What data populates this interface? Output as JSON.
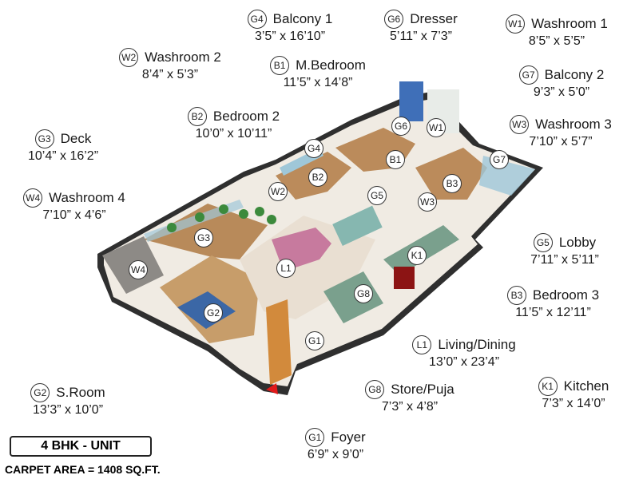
{
  "rooms": [
    {
      "code": "G4",
      "name": "Balcony 1",
      "dim": "3’5” x 16’10”"
    },
    {
      "code": "G6",
      "name": "Dresser",
      "dim": "5’11” x 7’3”"
    },
    {
      "code": "W1",
      "name": "Washroom 1",
      "dim": "8’5” x 5’5”"
    },
    {
      "code": "W2",
      "name": "Washroom 2",
      "dim": "8’4” x 5’3”"
    },
    {
      "code": "B1",
      "name": "M.Bedroom",
      "dim": "11’5” x 14’8”"
    },
    {
      "code": "G7",
      "name": "Balcony 2",
      "dim": "9’3” x 5’0”"
    },
    {
      "code": "B2",
      "name": "Bedroom 2",
      "dim": "10’0” x 10’11”"
    },
    {
      "code": "W3",
      "name": "Washroom 3",
      "dim": "7’10” x 5’7”"
    },
    {
      "code": "G3",
      "name": "Deck",
      "dim": "10’4” x 16’2”"
    },
    {
      "code": "W4",
      "name": "Washroom 4",
      "dim": "7’10” x 4’6”"
    },
    {
      "code": "G5",
      "name": "Lobby",
      "dim": "7’11” x 5’11”"
    },
    {
      "code": "B3",
      "name": "Bedroom 3",
      "dim": "11’5” x 12’11”"
    },
    {
      "code": "L1",
      "name": "Living/Dining",
      "dim": "13’0” x 23’4”"
    },
    {
      "code": "K1",
      "name": "Kitchen",
      "dim": "7’3” x 14’0”"
    },
    {
      "code": "G8",
      "name": "Store/Puja",
      "dim": "7’3” x 4’8”"
    },
    {
      "code": "G2",
      "name": "S.Room",
      "dim": "13’3” x 10’0”"
    },
    {
      "code": "G1",
      "name": "Foyer",
      "dim": "6’9” x 9’0”"
    }
  ],
  "plan_tags": [
    "G6",
    "W1",
    "G4",
    "B1",
    "G7",
    "B2",
    "B3",
    "W2",
    "G5",
    "W3",
    "G3",
    "K1",
    "L1",
    "W4",
    "G8",
    "G2",
    "G1"
  ],
  "unit_title": "4 BHK - UNIT",
  "carpet_area": "CARPET AREA = 1408 SQ.FT.",
  "colors": {
    "floor_wood": "#b88a5a",
    "wall": "#f4f1ec",
    "wall_edge": "#2e2e2e",
    "glass": "#9fc7d8",
    "entry_arrow": "#e01a1a"
  }
}
